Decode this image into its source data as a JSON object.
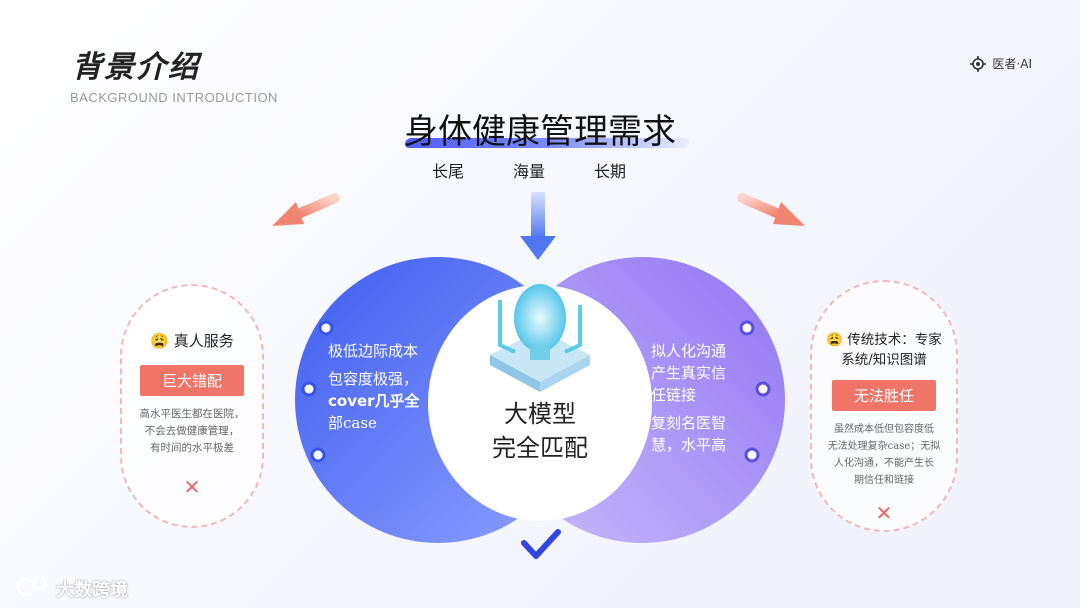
{
  "header": {
    "title_cn": "背景介绍",
    "title_en": "BACKGROUND INTRODUCTION",
    "brand": "医者·AI",
    "brand_icon": "target-icon"
  },
  "main": {
    "headline": "身体健康管理需求",
    "tags": [
      "长尾",
      "海量",
      "长期"
    ]
  },
  "left_card": {
    "emoji": "😩",
    "title": "真人服务",
    "badge": "巨大错配",
    "desc": [
      "高水平医生都在医院，",
      "不会去做健康管理，",
      "有时间的水平极差"
    ],
    "mark": "✕"
  },
  "right_card": {
    "emoji": "😩",
    "title_lines": [
      "传统技术：专家",
      "系统/知识图谱"
    ],
    "badge": "无法胜任",
    "desc": [
      "虽然成本低但包容度低",
      "无法处理复杂case；无拟",
      "人化沟通，不能产生长",
      "期信任和链接"
    ],
    "mark": "✕"
  },
  "left_circle": {
    "lines": [
      "极低边际成本",
      "包容度极强，",
      "cover几乎全",
      "部case"
    ]
  },
  "right_circle": {
    "lines": [
      "拟人化沟通",
      "产生真实信",
      "任链接",
      "复刻名医智",
      "慧，水平高"
    ]
  },
  "center": {
    "lines": [
      "大模型",
      "完全匹配"
    ],
    "check": "✔"
  },
  "footer": {
    "watermark": "大数跨境"
  },
  "colors": {
    "accent_blue": "#3a53e8",
    "accent_purple": "#8a6af0",
    "warn_red": "#f07468"
  }
}
